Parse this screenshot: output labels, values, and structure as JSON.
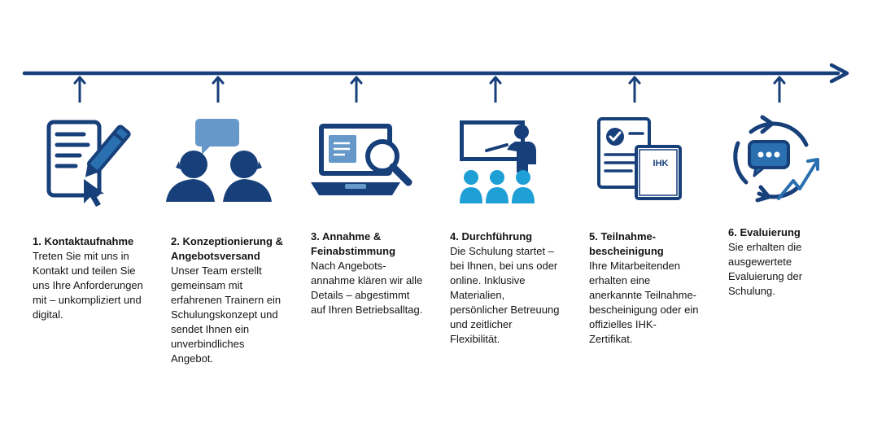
{
  "colors": {
    "navy": "#173f7a",
    "mid_blue": "#2a6fb0",
    "light_blue": "#6699c9",
    "cyan": "#1e9fd6",
    "text": "#141414"
  },
  "steps": [
    {
      "icon": "document-pen-icon",
      "title": "1. Kontaktaufnahme",
      "body": "Treten Sie mit uns in\nKontakt und teilen Sie\nuns Ihre Anforderungen\nmit – unkompliziert und\ndigital."
    },
    {
      "icon": "conversation-icon",
      "title": "2. Konzeptionierung &\nAngebotsversand",
      "body": "Unser Team erstellt\ngemeinsam mit\nerfahrenen Trainern ein\nSchulungskonzept und\nsendet Ihnen ein\nunverbindliches\nAngebot."
    },
    {
      "icon": "laptop-magnifier-icon",
      "title": "3. Annahme &\nFeinabstimmung",
      "body": "Nach Angebots-\nannahme klären wir alle\nDetails – abgestimmt\nauf Ihren Betriebsalltag."
    },
    {
      "icon": "presentation-audience-icon",
      "title": "4. Durchführung",
      "body": "Die Schulung startet –\nbei Ihnen, bei uns oder\nonline. Inklusive\nMaterialien,\npersönlicher Betreuung\nund zeitlicher\nFlexibilität."
    },
    {
      "icon": "certificate-ihk-icon",
      "badge": "IHK",
      "title": "5. Teilnahme-\nbescheinigung",
      "body": "Ihre Mitarbeitenden\nerhalten eine\nanerkannte Teilnahme-\nbescheinigung oder ein\noffizielles IHK-\nZertifikat."
    },
    {
      "icon": "evaluation-cycle-icon",
      "title": "6. Evaluierung",
      "body": "Sie erhalten die\nausgewertete\nEvaluierung der\nSchulung."
    }
  ]
}
